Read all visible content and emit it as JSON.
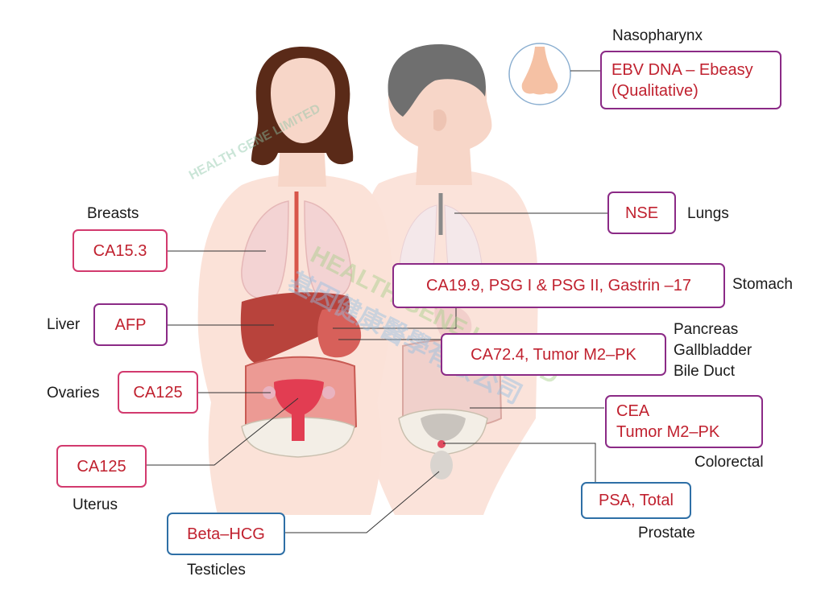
{
  "colors": {
    "female_box": "#d23a6e",
    "male_box": "#8b2a86",
    "blue_box": "#2e6fa6",
    "test_text": "#c0212f",
    "label_text": "#1a1a1a"
  },
  "watermark": {
    "text_arc": "HEALTH GENE LIMITED",
    "text_diag": "HEALTH GENE LIMITED",
    "text_cn": "基因健康醫學有限公司"
  },
  "markers": [
    {
      "id": "nse",
      "organ": "Lungs",
      "tests": [
        "NSE"
      ]
    },
    {
      "id": "ebv",
      "organ": "Nasopharynx",
      "tests": [
        "EBV DNA – Ebeasy",
        "(Qualitative)"
      ]
    },
    {
      "id": "ca153",
      "organ": "Breasts",
      "tests": [
        "CA15.3"
      ]
    },
    {
      "id": "ca199",
      "organ": "Stomach",
      "tests": [
        "CA19.9, PSG I & PSG II, Gastrin –17"
      ]
    },
    {
      "id": "afp",
      "organ": "Liver",
      "tests": [
        "AFP"
      ]
    },
    {
      "id": "ca724",
      "organ": [
        "Pancreas",
        "Gallbladder",
        "Bile Duct"
      ],
      "tests": [
        "CA72.4, Tumor M2–PK"
      ]
    },
    {
      "id": "ca125a",
      "organ": "Ovaries",
      "tests": [
        "CA125"
      ]
    },
    {
      "id": "cea",
      "organ": "Colorectal",
      "tests": [
        "CEA",
        "Tumor M2–PK"
      ]
    },
    {
      "id": "ca125b",
      "organ": "Uterus",
      "tests": [
        "CA125"
      ]
    },
    {
      "id": "psa",
      "organ": "Prostate",
      "tests": [
        "PSA, Total"
      ]
    },
    {
      "id": "hcg",
      "organ": "Testicles",
      "tests": [
        "Beta–HCG"
      ]
    }
  ]
}
